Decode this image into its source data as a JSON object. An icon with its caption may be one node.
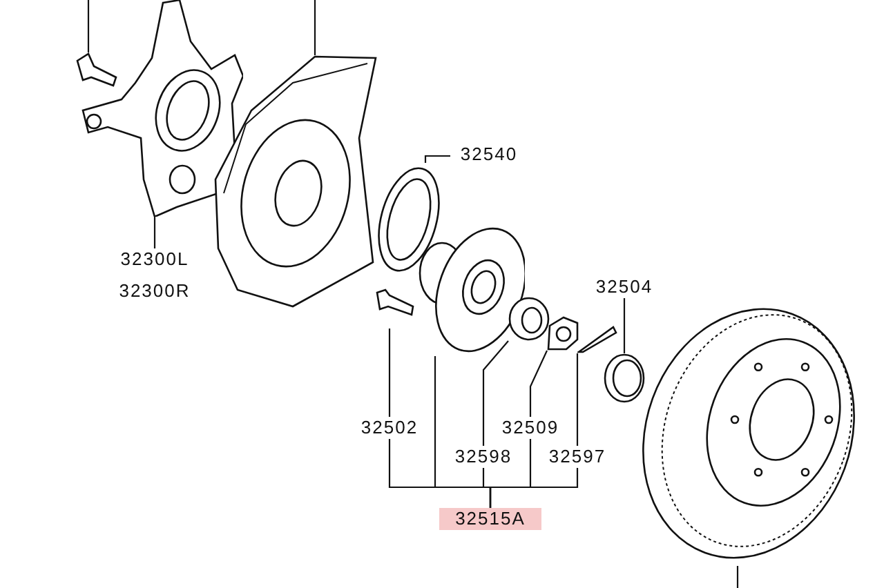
{
  "diagram": {
    "nodes": [
      {
        "text": [],
        "shape": "picture"
      },
      {
        "text": [],
        "shape": "picture"
      },
      {
        "text": [],
        "shape": "picture"
      },
      {
        "text": [],
        "shape": "picture"
      },
      {
        "text": [],
        "shape": "picture"
      },
      {
        "text": [],
        "shape": "picture"
      },
      {
        "text": [],
        "shape": "picture"
      },
      {
        "text": [],
        "shape": "picture"
      },
      {
        "text": [],
        "shape": "picture"
      },
      {
        "text": [],
        "shape": "picture"
      },
      {
        "text": [],
        "shape": "picture"
      },
      {
        "text": [
          "32300L",
          "32300R"
        ]
      },
      {
        "text": [
          "32540"
        ]
      },
      {
        "text": [
          "32504"
        ]
      },
      {
        "text": [
          "32502"
        ]
      },
      {
        "text": [
          "32509"
        ]
      },
      {
        "text": [
          "32598"
        ]
      },
      {
        "text": [
          "32597"
        ]
      },
      {
        "text": [
          "32515A"
        ]
      }
    ],
    "edges": [
      {
        "from": null,
        "to": 1,
        "arrow": "none"
      },
      {
        "from": null,
        "to": 2,
        "arrow": "none"
      },
      {
        "from": 11,
        "to": 0,
        "arrow": "none"
      },
      {
        "from": 12,
        "to": 3,
        "arrow": "none"
      },
      {
        "from": 13,
        "to": 9,
        "arrow": "none"
      },
      {
        "from": 14,
        "to": 5,
        "arrow": "none"
      },
      {
        "from": 16,
        "to": 6,
        "arrow": "none"
      },
      {
        "from": 15,
        "to": 7,
        "arrow": "none"
      },
      {
        "from": 17,
        "to": 8,
        "arrow": "none"
      },
      {
        "from": 14,
        "to": 18,
        "arrow": "none"
      },
      {
        "from": 4,
        "to": 18,
        "arrow": "none"
      },
      {
        "from": 16,
        "to": 18,
        "arrow": "none"
      },
      {
        "from": 15,
        "to": 18,
        "arrow": "none"
      },
      {
        "from": 17,
        "to": 18,
        "arrow": "none"
      },
      {
        "from": null,
        "to": 10,
        "arrow": "none"
      }
    ]
  }
}
